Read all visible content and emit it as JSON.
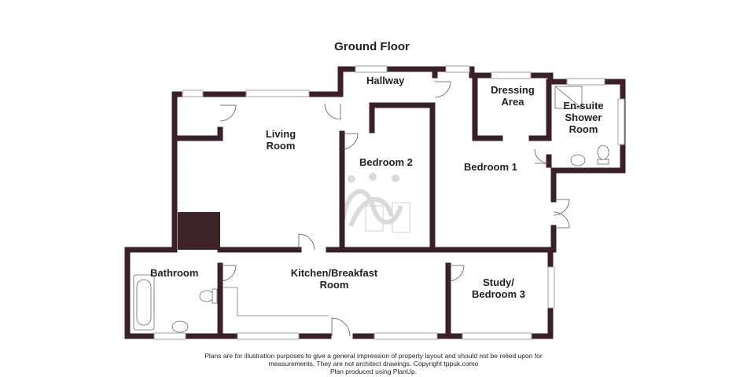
{
  "floor_title": "Ground Floor",
  "rooms": {
    "hallway": "Hallway",
    "dressing_area": [
      "Dressing",
      "Area"
    ],
    "ensuite": [
      "En-suite",
      "Shower",
      "Room"
    ],
    "living_room": [
      "Living",
      "Room"
    ],
    "bedroom2": "Bedroom 2",
    "bedroom1": "Bedroom 1",
    "bathroom": "Bathroom",
    "kitchen": [
      "Kitchen/Breakfast",
      "Room"
    ],
    "study": [
      "Study/",
      "Bedroom 3"
    ]
  },
  "footer": {
    "line1": "Plans are for illustration purposes to give a general impression of property layout and should not be relied upon for",
    "line2": "measurements. They are not architect drawings.  Copyright tppuk.como",
    "line3": "Plan produced using PlanUp."
  },
  "colors": {
    "wall": "#3a1f24",
    "chimney": "#3d2226",
    "window": "#c8d0d6",
    "fixture": "#777777",
    "watermark": "#d0d0d0"
  }
}
